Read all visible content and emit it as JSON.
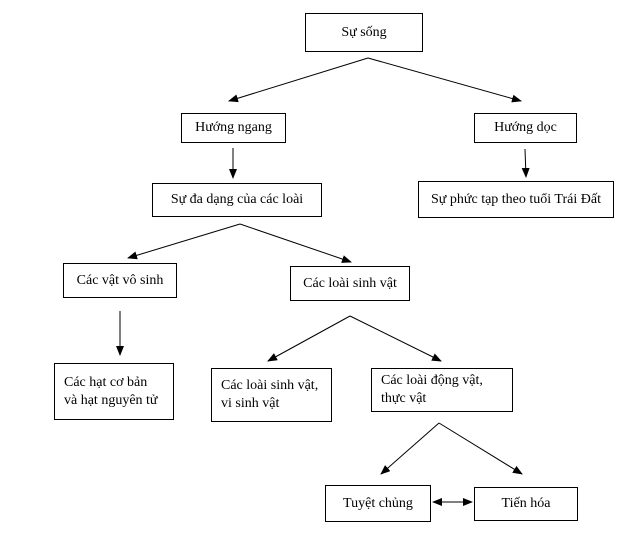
{
  "diagram": {
    "nodes": {
      "root": "Sự sống",
      "horizontal": "Hướng ngang",
      "vertical": "Hướng dọc",
      "species_diversity": "Sự đa dạng của các loài",
      "complexity": "Sự phức tạp theo tuổi Trái Đất",
      "non_living": "Các vật vô sinh",
      "living": "Các loài sinh vật",
      "particles": "Các hạt cơ bản\nvà hạt nguyên tử",
      "microorganisms": "Các loài sinh vật,\nvi sinh vật",
      "animals_plants": "Các loài động vật,\nthực vật",
      "extinction": "Tuyệt chủng",
      "evolution": "Tiến hóa"
    },
    "edges": [
      {
        "from": "root",
        "to": "horizontal"
      },
      {
        "from": "root",
        "to": "vertical"
      },
      {
        "from": "horizontal",
        "to": "species_diversity"
      },
      {
        "from": "vertical",
        "to": "complexity"
      },
      {
        "from": "species_diversity",
        "to": "non_living"
      },
      {
        "from": "species_diversity",
        "to": "living"
      },
      {
        "from": "non_living",
        "to": "particles"
      },
      {
        "from": "living",
        "to": "microorganisms"
      },
      {
        "from": "living",
        "to": "animals_plants"
      },
      {
        "from": "animals_plants",
        "to": "extinction"
      },
      {
        "from": "animals_plants",
        "to": "evolution"
      },
      {
        "from": "extinction",
        "to": "evolution",
        "bidirectional": true
      }
    ],
    "colors": {
      "line": "#000000",
      "box_border": "#000000",
      "background": "#ffffff"
    }
  }
}
